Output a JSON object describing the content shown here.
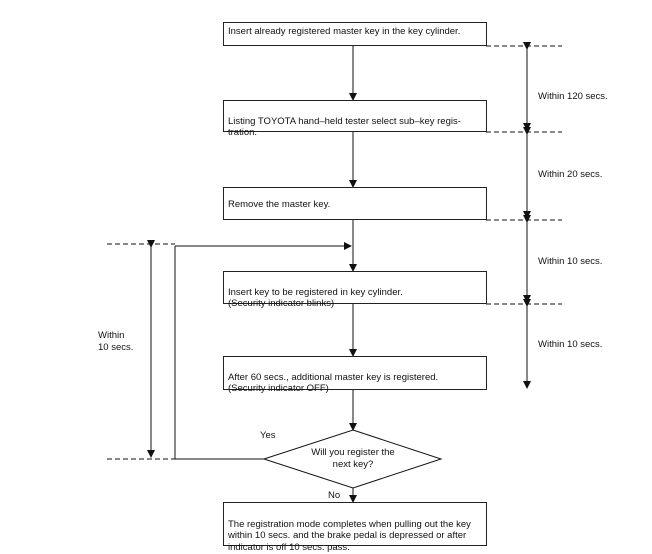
{
  "steps": [
    "Insert already registered master key in the key cylinder.",
    "Listing TOYOTA hand–held tester select sub–key regis-\ntration.",
    "Remove the master key.",
    "Insert key to be registered in key cylinder.\n(Security indicator blinks)",
    "After 60 secs., additional master key is registered.\n(Security indicator OFF)",
    "The registration mode completes when pulling out the key\nwithin 10 secs. and the brake pedal is depressed or after\nindicator is off 10 secs. pass."
  ],
  "decision": "Will you register the\nnext key?",
  "branches": {
    "yes": "Yes",
    "no": "No"
  },
  "timings": {
    "right": [
      "Within 120 secs.",
      "Within 20 secs.",
      "Within 10 secs.",
      "Within 10 secs."
    ],
    "left": "Within\n10 secs."
  }
}
